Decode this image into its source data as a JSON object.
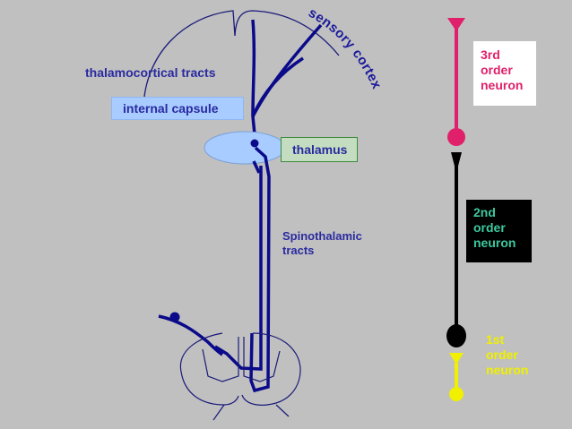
{
  "labels": {
    "thalamocortical_tracts": "thalamocortical tracts",
    "internal_capsule": "internal capsule",
    "sensory_cortex": "sensory cortex",
    "thalamus": "thalamus",
    "spinothalamic_line1": "Spinothalamic",
    "spinothalamic_line2": "tracts"
  },
  "neurons": {
    "third": {
      "line1": "3rd",
      "line2": "order",
      "line3": "neuron",
      "color": "#e0206a"
    },
    "second": {
      "line1": "2nd",
      "line2": "order",
      "line3": "neuron",
      "color": "#3cc8a0"
    },
    "first": {
      "line1": "1st",
      "line2": "order",
      "line3": "neuron",
      "color": "#f0f000"
    }
  },
  "colors": {
    "background": "#c0c0c0",
    "tract": "#0a0a8a",
    "outline": "#1a1a7a",
    "thalamus_fill": "#a8ccff"
  }
}
